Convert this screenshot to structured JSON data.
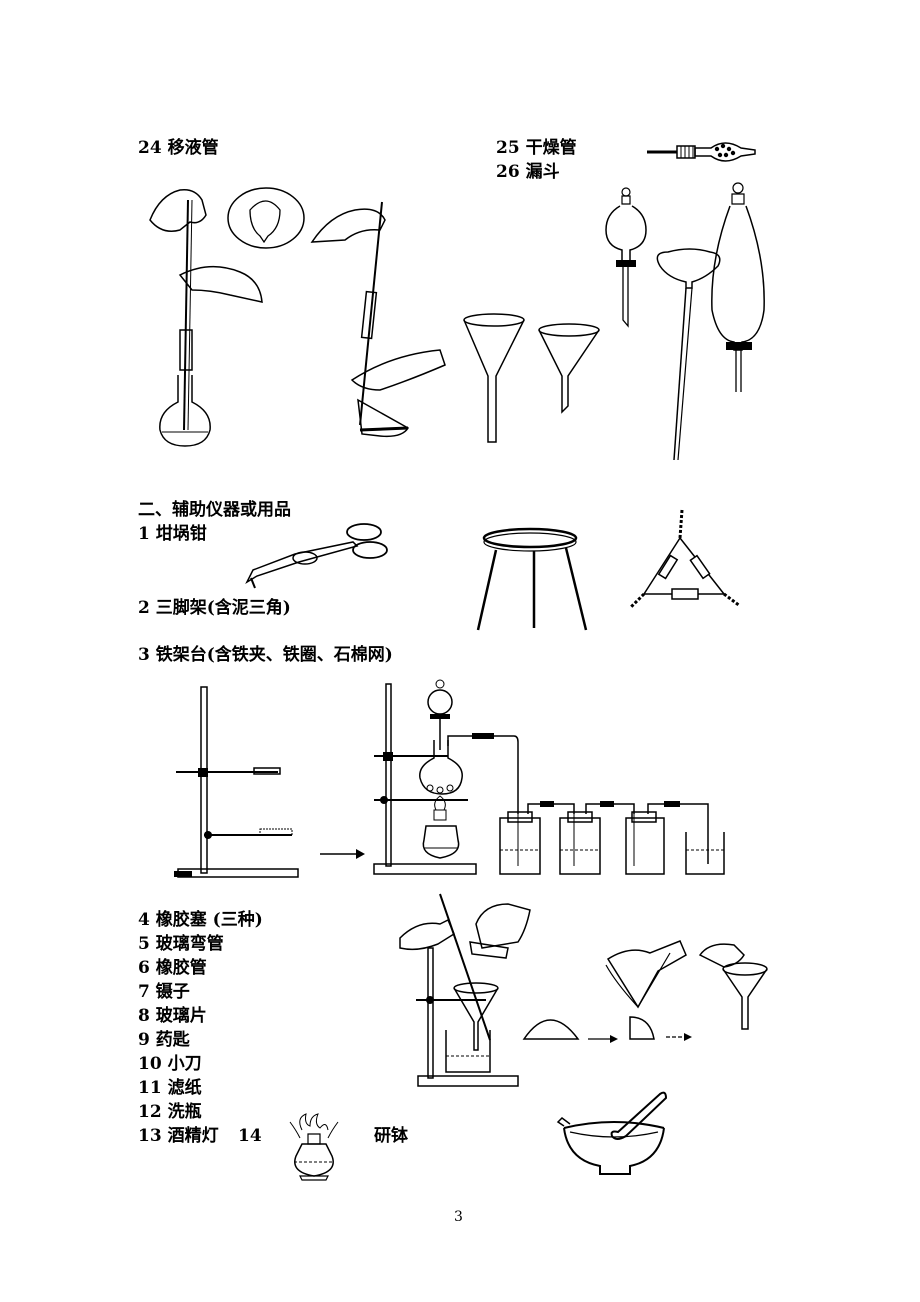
{
  "section_top": {
    "item24": "24  移液管",
    "item25": "25 干燥管",
    "item26": "26  漏斗"
  },
  "section_aux": {
    "heading": "二、辅助仪器或用品",
    "item1": "1 坩埚钳",
    "item2": "2 三脚架(含泥三角)",
    "item3": "3 铁架台(含铁夹、铁圈、石棉网)"
  },
  "item_list": [
    "4 橡胶塞   (三种)",
    "5 玻璃弯管",
    "6 橡胶管",
    "7 镊子",
    "8  玻璃片",
    "9 药匙",
    "10 小刀",
    "11 滤纸",
    "12 洗瓶"
  ],
  "last_row": {
    "item13": "13 酒精灯",
    "item14": "14",
    "mortar": "研钵"
  },
  "page_number": "3"
}
